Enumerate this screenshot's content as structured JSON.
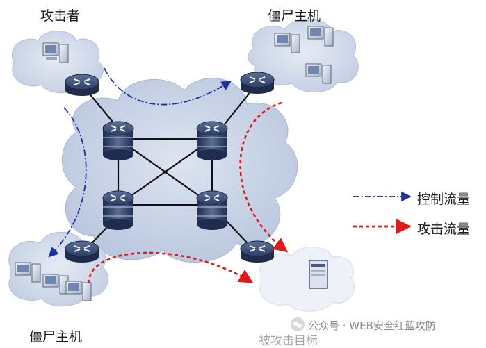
{
  "labels": {
    "attacker": "攻击者",
    "zombie_top_right": "僵尸主机",
    "zombie_bottom_left": "僵尸主机",
    "victim": "被攻击目标"
  },
  "legend": {
    "control_flow": "控制流量",
    "attack_flow": "攻击流量"
  },
  "colors": {
    "control_flow": "#1f2f9c",
    "attack_flow": "#e01a1a",
    "cloud": "#c9d3e6",
    "router": "#2c3e66"
  },
  "watermark": {
    "text": "公众号 · WEB安全红蓝攻防"
  }
}
